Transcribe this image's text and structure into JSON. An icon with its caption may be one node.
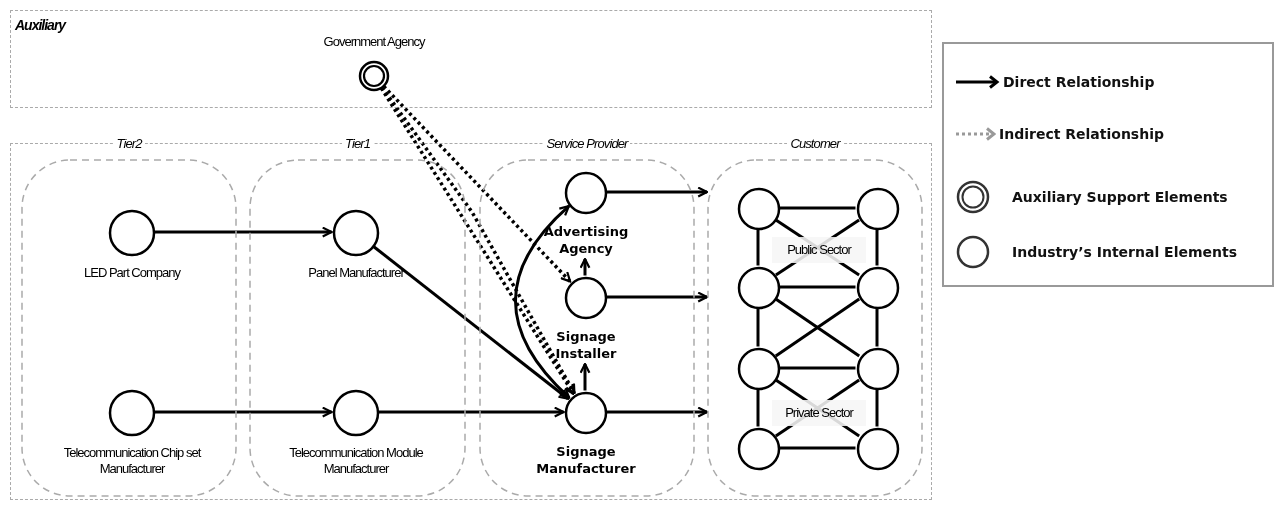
{
  "diagram": {
    "nodes": [
      {
        "text": [
          "Auxiliary"
        ]
      },
      {
        "text": [
          "Government Agency"
        ],
        "in": 0
      },
      {
        "text": [],
        "shape": "box"
      },
      {
        "text": [
          "Tier2"
        ],
        "in": 2
      },
      {
        "text": [
          "LED Part Company"
        ],
        "in": 3
      },
      {
        "text": [
          "Telecommunication Chip set Manufacturer"
        ],
        "in": 3
      },
      {
        "text": [
          "Tier1"
        ],
        "in": 2
      },
      {
        "text": [
          "Panel Manufacturer"
        ],
        "in": 6
      },
      {
        "text": [
          "Telecommunication Module Manufacturer"
        ],
        "in": 6
      },
      {
        "text": [
          "Service Provider"
        ],
        "in": 2
      },
      {
        "text": [
          "Advertising Agency"
        ],
        "in": 9
      },
      {
        "text": [
          "Signage Installer"
        ],
        "in": 9
      },
      {
        "text": [
          "Signage Manufacturer"
        ],
        "in": 9
      },
      {
        "text": [
          "Customer"
        ],
        "in": 2
      },
      {
        "text": [],
        "shape": "circle",
        "in": 13
      },
      {
        "text": [],
        "shape": "circle",
        "in": 13
      },
      {
        "text": [],
        "shape": "circle",
        "in": 13
      },
      {
        "text": [],
        "shape": "circle",
        "in": 13
      },
      {
        "text": [],
        "shape": "circle",
        "in": 13
      },
      {
        "text": [],
        "shape": "circle",
        "in": 13
      },
      {
        "text": [],
        "shape": "circle",
        "in": 13
      },
      {
        "text": [],
        "shape": "circle",
        "in": 13
      }
    ],
    "edges": [
      {
        "from": 4,
        "to": 7,
        "arrow": "to"
      },
      {
        "from": 5,
        "to": 8,
        "arrow": "to"
      },
      {
        "from": 7,
        "to": 12,
        "arrow": "to"
      },
      {
        "from": 8,
        "to": 12,
        "arrow": "to"
      },
      {
        "from": 1,
        "to": 11,
        "arrow": "to",
        "style": "dashed"
      },
      {
        "from": 1,
        "to": 12,
        "arrow": "to",
        "style": "dashed"
      },
      {
        "from": 1,
        "to": 12,
        "arrow": "to",
        "style": "dashed"
      },
      {
        "from": 12,
        "to": 10,
        "arrow": "both"
      },
      {
        "from": 12,
        "to": 11,
        "arrow": "to"
      },
      {
        "from": 11,
        "to": 10,
        "arrow": "to"
      },
      {
        "from": 10,
        "to": 13,
        "arrow": "to"
      },
      {
        "from": 11,
        "to": 13,
        "arrow": "to"
      },
      {
        "from": 12,
        "to": 13,
        "arrow": "to"
      },
      {
        "from": 14,
        "to": 15,
        "arrow": "none"
      },
      {
        "from": 14,
        "to": 16,
        "arrow": "none"
      },
      {
        "from": 15,
        "to": 17,
        "arrow": "none"
      },
      {
        "from": 14,
        "to": 17,
        "arrow": "none"
      },
      {
        "from": 15,
        "to": 16,
        "arrow": "none"
      },
      {
        "from": 16,
        "to": 17,
        "arrow": "none"
      },
      {
        "from": 16,
        "to": 18,
        "arrow": "none"
      },
      {
        "from": 17,
        "to": 19,
        "arrow": "none"
      },
      {
        "from": 16,
        "to": 19,
        "arrow": "none"
      },
      {
        "from": 17,
        "to": 18,
        "arrow": "none"
      },
      {
        "from": 18,
        "to": 19,
        "arrow": "none"
      },
      {
        "from": 18,
        "to": 20,
        "arrow": "none"
      },
      {
        "from": 19,
        "to": 21,
        "arrow": "none"
      },
      {
        "from": 18,
        "to": 21,
        "arrow": "none"
      },
      {
        "from": 19,
        "to": 20,
        "arrow": "none"
      },
      {
        "from": 20,
        "to": 21,
        "arrow": "none"
      }
    ],
    "labels": [
      "Public Sector",
      "Private Sector"
    ],
    "legend": [
      {
        "text": "Direct Relationship"
      },
      {
        "text": "Indirect Relationship"
      },
      {
        "text": "Auxiliary Support Elements"
      },
      {
        "text": "Industry’s Internal Elements"
      }
    ]
  }
}
